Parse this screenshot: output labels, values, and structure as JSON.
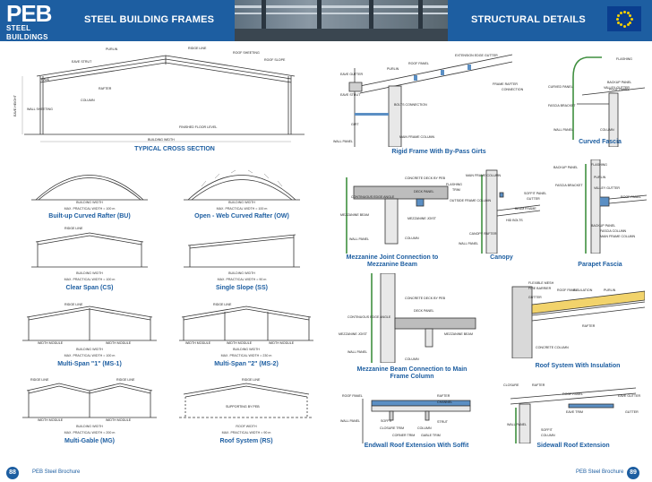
{
  "header": {
    "logo_big": "PEB",
    "logo_small": "STEEL BUILDINGS",
    "title_left": "STEEL BUILDING FRAMES",
    "title_right": "STRUCTURAL DETAILS"
  },
  "cross_section": {
    "caption": "TYPICAL CROSS SECTION",
    "labels": {
      "purlin": "PURLIN",
      "ridge_line": "RIDGE LINE",
      "roof_sheeting": "ROOF SHEETING",
      "roof_slope": "ROOF SLOPE",
      "eave_strut": "EAVE STRUT",
      "eave": "EAVE",
      "rafter": "RAFTER",
      "column": "COLUMN",
      "wall_sheeting": "WALL SHEETING",
      "eave_height": "EAVE HEIGHT",
      "finished_floor": "FINISHED FLOOR LEVEL",
      "building_width": "BUILDING WIDTH"
    }
  },
  "frames": {
    "bu": {
      "caption": "Built-up Curved Rafter (BU)",
      "width": "BUILDING WIDTH",
      "max": "MAX. PRACTICAL WIDTH = 100 m"
    },
    "ow": {
      "caption": "Open - Web Curved Rafter (OW)",
      "width": "BUILDING WIDTH",
      "max": "MAX. PRACTICAL WIDTH = 100 m"
    },
    "cs": {
      "caption": "Clear Span (CS)",
      "width": "BUILDING WIDTH",
      "max": "MAX. PRACTICAL WIDTH = 100 m",
      "ridge": "RIDGE LINE"
    },
    "ss": {
      "caption": "Single Slope (SS)",
      "width": "BUILDING WIDTH",
      "max": "MAX. PRACTICAL WIDTH = 90 m"
    },
    "ms1": {
      "caption": "Multi-Span \"1\" (MS-1)",
      "width": "BUILDING WIDTH",
      "max": "MAX. PRACTICAL WIDTH = 100 m",
      "module": "WIDTH MODULE",
      "ridge": "RIDGE LINE"
    },
    "ms2": {
      "caption": "Multi-Span \"2\" (MS-2)",
      "width": "BUILDING WIDTH",
      "max": "MAX. PRACTICAL WIDTH = 230 m",
      "module": "WIDTH MODULE",
      "ridge": "RIDGE LINE"
    },
    "mg": {
      "caption": "Multi-Gable (MG)",
      "width": "BUILDING WIDTH",
      "max": "MAX. PRACTICAL WIDTH = 200 m",
      "module": "WIDTH MODULE",
      "ridge": "RIDGE LINE"
    },
    "rs": {
      "caption": "Roof System (RS)",
      "width": "ROOF WIDTH",
      "max": "MAX. PRACTICAL WIDTH = 90 m",
      "ridge": "RIDGE LINE",
      "support": "SUPPORTING BY PEB"
    }
  },
  "details": {
    "rigid": {
      "caption": "Rigid Frame With By-Pass Girts",
      "labels": [
        "EXTENSION EDGE GUTTER",
        "ROOF PANEL",
        "PURLIN",
        "EAVE GUTTER",
        "FRAME RAFTER",
        "CONNECTION",
        "EAVE STRUT",
        "BOLTS CONNECTION",
        "GIRT",
        "WALL PANEL",
        "MAIN FRAME COLUMN"
      ]
    },
    "fascia": {
      "caption": "Curved Fascia",
      "labels": [
        "FLASHING",
        "BACKUP PANEL",
        "VALLEY GUTTER",
        "FASCIA BRACKET",
        "ROOF PANEL",
        "CURVED PANEL",
        "WALL PANEL",
        "COLUMN"
      ]
    },
    "mezz_joint": {
      "caption": "Mezzanine Joint Connection to Mezzanine Beam",
      "labels": [
        "CONCRETE DECK BY PEB",
        "DECK PANEL",
        "CONTINUOUS EDGE ANGLE",
        "MEZZANINE BEAM",
        "MEZZANINE JOIST",
        "COLUMN",
        "WALL PANEL"
      ]
    },
    "canopy": {
      "caption": "Canopy",
      "labels": [
        "MAIN FRAME COLUMN",
        "FLASHING",
        "TRIM",
        "OUTSIDE FRAME COLUMN",
        "SOFFIT PANEL",
        "GUTTER",
        "BEAM FRAME",
        "HID BOLTS",
        "CANOPY RAFTER",
        "WALL PANEL"
      ]
    },
    "parapet": {
      "caption": "Parapet Fascia",
      "labels": [
        "BACKUP PANEL",
        "FLASHING",
        "FASCIA BRACKET",
        "PURLIN",
        "VALLEY GUTTER",
        "ROOF PANEL",
        "BACKUP PANEL",
        "FASCIA COLUMN",
        "MAIN FRAME COLUMN"
      ]
    },
    "mezz_beam": {
      "caption": "Mezzanine Beam Connection to Main Frame Column",
      "labels": [
        "CONCRETE DECK BY PEB",
        "DECK PANEL",
        "CONTINUOUS EDGE ANGLE",
        "MEZZANINE JOIST",
        "MEZZANINE BEAM",
        "WALL PANEL",
        "COLUMN"
      ]
    },
    "insulation": {
      "caption": "Roof System With Insulation",
      "labels": [
        "FLEXIBLE MESH",
        "FIRE BARRIER",
        "ROOF PANEL",
        "INSULATION",
        "PURLIN",
        "GUTTER",
        "CONCRETE COLUMN",
        "RAFTER"
      ]
    },
    "endwall": {
      "caption": "Endwall Roof Extension With Soffit",
      "labels": [
        "ROOF PANEL",
        "RAFTER",
        "CHANNEL",
        "WALL PANEL",
        "SOFFIT",
        "CLOSURE TRIM",
        "STRUT",
        "COLUMN",
        "CORNER TRIM",
        "GABLE TRIM"
      ]
    },
    "sidewall": {
      "caption": "Sidewall Roof Extension",
      "labels": [
        "CLOSURE",
        "RAFTER",
        "ROOF PANEL",
        "EAVE GUTTER",
        "GUTTER",
        "EAVE TRIM",
        "WALL PANEL",
        "SOFFIT",
        "COLUMN"
      ]
    }
  },
  "footer": {
    "page_left": "88",
    "page_right": "89",
    "brand_left": "PEB Steel Brochure",
    "brand_right": "PEB Steel Brochure"
  },
  "colors": {
    "brand_blue": "#1d5ea1",
    "line": "#333333",
    "steel_blue": "#5b8fc4",
    "panel_green": "#3f8f3f"
  }
}
